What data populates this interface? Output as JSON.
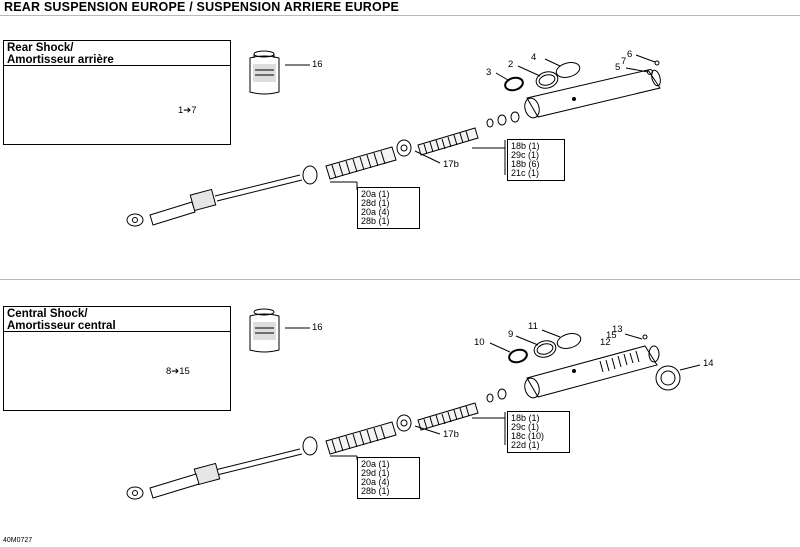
{
  "page_title": "REAR SUSPENSION EUROPE / SUSPENSION ARRIERE EUROPE",
  "footer_code": "40M0727",
  "sections": [
    {
      "title_line1": "Rear Shock/",
      "title_line2": "Amortisseur arrière",
      "ref_arrow": "1➔7",
      "callouts": [
        "16",
        "2",
        "3",
        "4",
        "5",
        "6",
        "7",
        "17b"
      ],
      "table_right": [
        "18b (1)",
        "29c (1)",
        "18b (6)",
        "21c (1)"
      ],
      "table_bottom": [
        "20a (1)",
        "28d (1)",
        "20a (4)",
        "28b (1)"
      ]
    },
    {
      "title_line1": "Central Shock/",
      "title_line2": "Amortisseur central",
      "ref_arrow": "8➔15",
      "callouts": [
        "16",
        "9",
        "10",
        "11",
        "12",
        "13",
        "14",
        "15",
        "17b"
      ],
      "table_right": [
        "18b (1)",
        "29c (1)",
        "18c (10)",
        "22d (1)"
      ],
      "table_bottom": [
        "20a (1)",
        "29d (1)",
        "20a (4)",
        "28b (1)"
      ]
    }
  ]
}
